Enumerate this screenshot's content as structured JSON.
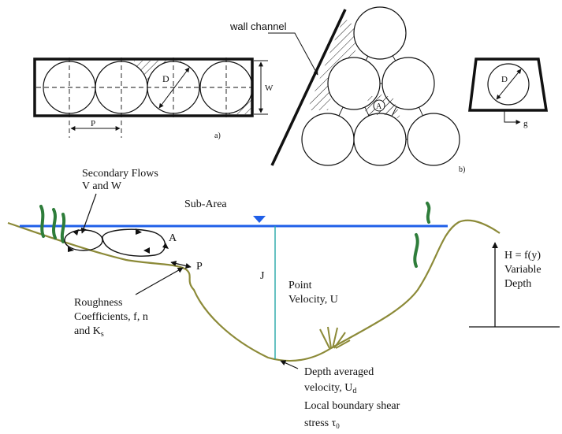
{
  "panel_a": {
    "label": "a)",
    "p_label": "P",
    "d_label": "D",
    "w_label": "W"
  },
  "panel_b": {
    "label": "b)",
    "wall_label": "wall channel",
    "a_label": "A"
  },
  "panel_c": {
    "d_label": "D",
    "g_label": "g"
  },
  "channel": {
    "secondary_flows_line1": "Secondary Flows",
    "secondary_flows_line2": "V and W",
    "sub_area": "Sub-Area",
    "area_label": "A",
    "perimeter_label": "P",
    "j_label": "J",
    "point_velocity_line1": "Point",
    "point_velocity_line2": "Velocity, U",
    "roughness_line1": "Roughness",
    "roughness_line2": "Coefficients, f, n",
    "roughness_line3": "and K",
    "roughness_sub": "s",
    "depth_avg_line1": "Depth averaged",
    "depth_avg_line2": "velocity, U",
    "depth_avg_sub": "d",
    "shear_line1": "Local boundary shear",
    "shear_line2": "stress τ",
    "shear_sub": "0",
    "h_line1": "H = f(y)",
    "h_line2": "Variable",
    "h_line3": "Depth"
  },
  "colors": {
    "water_surface": "#1f5fe8",
    "bed": "#8c8a38",
    "vegetation": "#2e7d3a",
    "vertical_line": "#25a7a8"
  }
}
